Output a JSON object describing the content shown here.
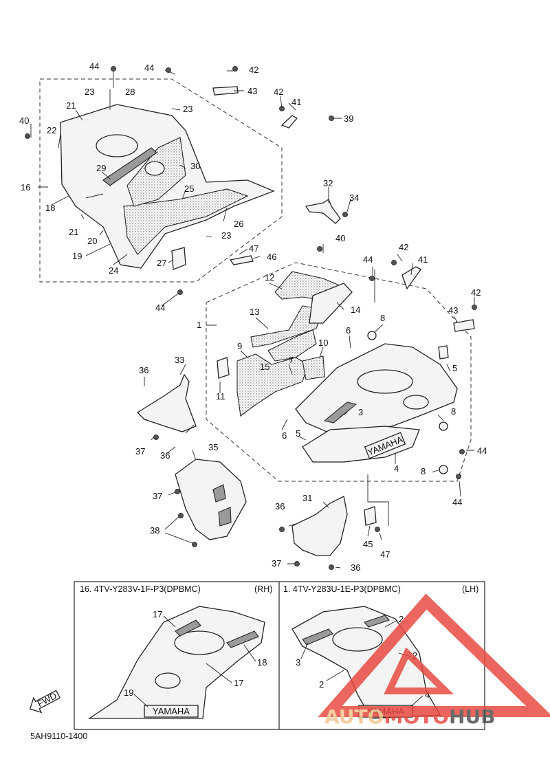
{
  "callouts": [
    {
      "id": "c44a",
      "text": "44"
    },
    {
      "id": "c44b",
      "text": "44"
    },
    {
      "id": "c42a",
      "text": "42"
    },
    {
      "id": "c43a",
      "text": "43"
    },
    {
      "id": "c23a",
      "text": "23"
    },
    {
      "id": "c28",
      "text": "28"
    },
    {
      "id": "c42b",
      "text": "42"
    },
    {
      "id": "c41a",
      "text": "41"
    },
    {
      "id": "c21a",
      "text": "21"
    },
    {
      "id": "c23b",
      "text": "23"
    },
    {
      "id": "c39",
      "text": "39"
    },
    {
      "id": "c40a",
      "text": "40"
    },
    {
      "id": "c22",
      "text": "22"
    },
    {
      "id": "c29",
      "text": "29"
    },
    {
      "id": "c30",
      "text": "30"
    },
    {
      "id": "c16",
      "text": "16"
    },
    {
      "id": "c25",
      "text": "25"
    },
    {
      "id": "c32",
      "text": "32"
    },
    {
      "id": "c34",
      "text": "34"
    },
    {
      "id": "c18a",
      "text": "18"
    },
    {
      "id": "c21b",
      "text": "21"
    },
    {
      "id": "c26",
      "text": "26"
    },
    {
      "id": "c20",
      "text": "20"
    },
    {
      "id": "c23c",
      "text": "23"
    },
    {
      "id": "c40b",
      "text": "40"
    },
    {
      "id": "c19a",
      "text": "19"
    },
    {
      "id": "c47a",
      "text": "47"
    },
    {
      "id": "c42c",
      "text": "42"
    },
    {
      "id": "c24",
      "text": "24"
    },
    {
      "id": "c27",
      "text": "27"
    },
    {
      "id": "c46",
      "text": "46"
    },
    {
      "id": "c41b",
      "text": "41"
    },
    {
      "id": "c44c",
      "text": "44"
    },
    {
      "id": "c12",
      "text": "12"
    },
    {
      "id": "c44d",
      "text": "44"
    },
    {
      "id": "c14",
      "text": "14"
    },
    {
      "id": "c42d",
      "text": "42"
    },
    {
      "id": "c1",
      "text": "1"
    },
    {
      "id": "c13",
      "text": "13"
    },
    {
      "id": "c8a",
      "text": "8"
    },
    {
      "id": "c43b",
      "text": "43"
    },
    {
      "id": "c6a",
      "text": "6"
    },
    {
      "id": "c9",
      "text": "9"
    },
    {
      "id": "c10",
      "text": "10"
    },
    {
      "id": "c33",
      "text": "33"
    },
    {
      "id": "c5a",
      "text": "5"
    },
    {
      "id": "c15",
      "text": "15"
    },
    {
      "id": "c7",
      "text": "7"
    },
    {
      "id": "c36a",
      "text": "36"
    },
    {
      "id": "c11",
      "text": "11"
    },
    {
      "id": "c3a",
      "text": "3"
    },
    {
      "id": "c8b",
      "text": "8"
    },
    {
      "id": "c6b",
      "text": "6"
    },
    {
      "id": "c5b",
      "text": "5"
    },
    {
      "id": "c37a",
      "text": "37"
    },
    {
      "id": "c36b",
      "text": "36"
    },
    {
      "id": "c35",
      "text": "35"
    },
    {
      "id": "c44e",
      "text": "44"
    },
    {
      "id": "c4a",
      "text": "4"
    },
    {
      "id": "c8c",
      "text": "8"
    },
    {
      "id": "c44f",
      "text": "44"
    },
    {
      "id": "c37b",
      "text": "37"
    },
    {
      "id": "c31",
      "text": "31"
    },
    {
      "id": "c36c",
      "text": "36"
    },
    {
      "id": "c38",
      "text": "38"
    },
    {
      "id": "c45",
      "text": "45"
    },
    {
      "id": "c47b",
      "text": "47"
    },
    {
      "id": "c37c",
      "text": "37"
    },
    {
      "id": "c36d",
      "text": "36"
    }
  ],
  "variants": {
    "rh": {
      "header": "16. 4TV-Y283V-1F-P3(DPBMC)",
      "side": "(RH)",
      "labels": [
        "17",
        "18",
        "17",
        "19"
      ],
      "decal": "YAMAHA"
    },
    "lh": {
      "header": "1. 4TV-Y283U-1E-P3(DPBMC)",
      "side": "(LH)",
      "labels": [
        "2",
        "2",
        "3",
        "2",
        "4"
      ],
      "decal": "YAMAHA"
    }
  },
  "main_decal": "YAMAHA",
  "fwd_label": "FWD",
  "diagram_code": "5AH9110-1400",
  "watermark": {
    "brand": "AUTOMOTOHUB",
    "part_a": "AUTO",
    "part_b": "MOTO",
    "part_c": "HUB",
    "color_light": "#f5c38a",
    "color_red": "#e8453c",
    "color_gray": "#4a4a4a"
  }
}
